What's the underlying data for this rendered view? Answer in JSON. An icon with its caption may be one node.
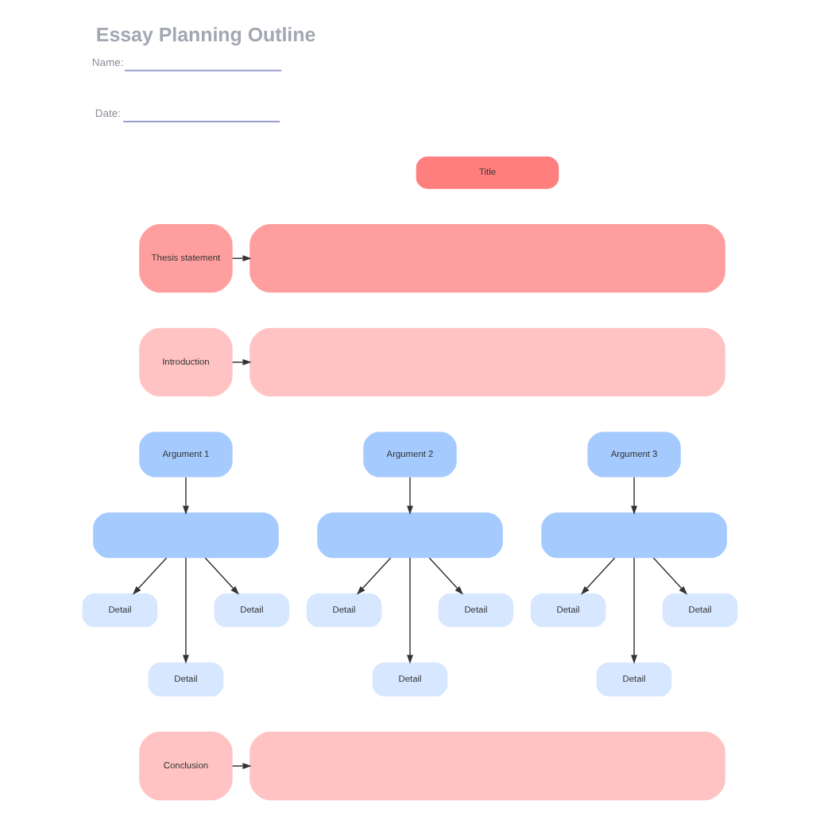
{
  "diagram": {
    "title": "Essay Planning Outline",
    "nodes": [
      {
        "text": [
          "Title"
        ]
      },
      {
        "text": [
          "Thesis statement"
        ]
      },
      {
        "text": [],
        "shape": "box"
      },
      {
        "text": [
          "Introduction"
        ]
      },
      {
        "text": [],
        "shape": "box"
      },
      {
        "text": [
          "Argument 1"
        ]
      },
      {
        "text": [],
        "shape": "box"
      },
      {
        "text": [
          "Detail"
        ]
      },
      {
        "text": [
          "Detail"
        ]
      },
      {
        "text": [
          "Detail"
        ]
      },
      {
        "text": [
          "Argument 2"
        ]
      },
      {
        "text": [],
        "shape": "box"
      },
      {
        "text": [
          "Detail"
        ]
      },
      {
        "text": [
          "Detail"
        ]
      },
      {
        "text": [
          "Detail"
        ]
      },
      {
        "text": [
          "Argument 3"
        ]
      },
      {
        "text": [],
        "shape": "box"
      },
      {
        "text": [
          "Detail"
        ]
      },
      {
        "text": [
          "Detail"
        ]
      },
      {
        "text": [
          "Detail"
        ]
      },
      {
        "text": [
          "Conclusion"
        ]
      },
      {
        "text": [],
        "shape": "box"
      }
    ],
    "edges": [
      {
        "from": 1,
        "to": 2,
        "arrow": "to"
      },
      {
        "from": 3,
        "to": 4,
        "arrow": "to"
      },
      {
        "from": 5,
        "to": 6,
        "arrow": "to"
      },
      {
        "from": 6,
        "to": 7,
        "arrow": "to"
      },
      {
        "from": 6,
        "to": 9,
        "arrow": "to"
      },
      {
        "from": 6,
        "to": 8,
        "arrow": "to"
      },
      {
        "from": 10,
        "to": 11,
        "arrow": "to"
      },
      {
        "from": 11,
        "to": 12,
        "arrow": "to"
      },
      {
        "from": 11,
        "to": 14,
        "arrow": "to"
      },
      {
        "from": 11,
        "to": 13,
        "arrow": "to"
      },
      {
        "from": 15,
        "to": 16,
        "arrow": "to"
      },
      {
        "from": 16,
        "to": 17,
        "arrow": "to"
      },
      {
        "from": 16,
        "to": 19,
        "arrow": "to"
      },
      {
        "from": 16,
        "to": 18,
        "arrow": "to"
      },
      {
        "from": 20,
        "to": 21,
        "arrow": "to"
      }
    ],
    "labels": [
      "Name:",
      "Date:"
    ]
  }
}
